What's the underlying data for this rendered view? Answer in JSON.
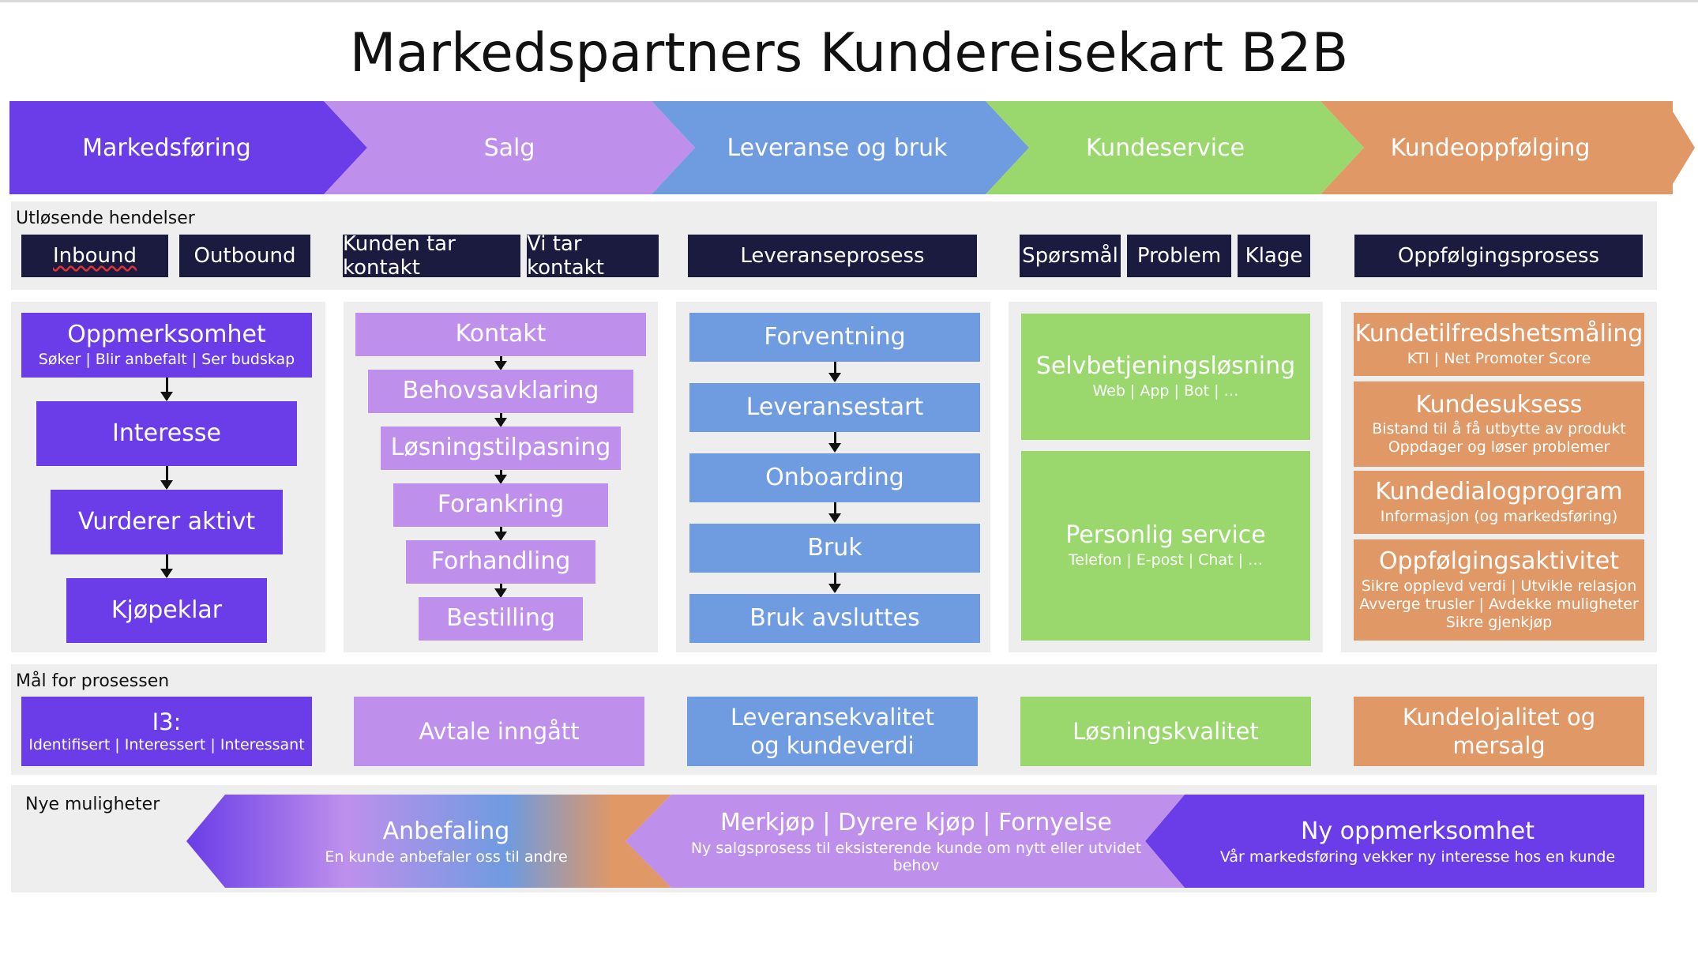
{
  "title": "Markedspartners Kundereisekart B2B",
  "colors": {
    "marketing": "#6a3de8",
    "sales": "#be90ec",
    "delivery": "#6f9be0",
    "service": "#9ad86e",
    "followup": "#df9866",
    "trigger": "#1b1a3f",
    "band": "#eeeeee"
  },
  "phases": [
    "Markedsføring",
    "Salg",
    "Leveranse og bruk",
    "Kundeservice",
    "Kundeoppfølging"
  ],
  "triggers": {
    "label": "Utløsende hendelser",
    "items": [
      "Inbound",
      "Outbound",
      "Kunden tar kontakt",
      "Vi tar kontakt",
      "Leveranseprosess",
      "Spørsmål",
      "Problem",
      "Klage",
      "Oppfølgingsprosess"
    ]
  },
  "marketing": [
    {
      "title": "Oppmerksomhet",
      "sub": "Søker | Blir anbefalt | Ser budskap"
    },
    {
      "title": "Interesse"
    },
    {
      "title": "Vurderer aktivt"
    },
    {
      "title": "Kjøpeklar"
    }
  ],
  "sales": [
    "Kontakt",
    "Behovsavklaring",
    "Løsningstilpasning",
    "Forankring",
    "Forhandling",
    "Bestilling"
  ],
  "delivery": [
    "Forventning",
    "Leveransestart",
    "Onboarding",
    "Bruk",
    "Bruk avsluttes"
  ],
  "service": [
    {
      "title": "Selvbetjeningsløsning",
      "sub": "Web | App | Bot | …"
    },
    {
      "title": "Personlig service",
      "sub": "Telefon | E-post | Chat | …"
    }
  ],
  "followup": [
    {
      "title": "Kundetilfredshetsmåling",
      "sub": [
        "KTI | Net Promoter Score"
      ]
    },
    {
      "title": "Kundesuksess",
      "sub": [
        "Bistand til å få utbytte av produkt",
        "Oppdager og løser problemer"
      ]
    },
    {
      "title": "Kundedialogprogram",
      "sub": [
        "Informasjon (og markedsføring)"
      ]
    },
    {
      "title": "Oppfølgingsaktivitet",
      "sub": [
        "Sikre opplevd verdi | Utvikle relasjon",
        "Avverge trusler | Avdekke muligheter",
        "Sikre gjenkjøp"
      ]
    }
  ],
  "goals": {
    "label": "Mål for prosessen",
    "items": [
      {
        "title": "I3:",
        "sub": "Identifisert | Interessert | Interessant"
      },
      {
        "title": "Avtale inngått"
      },
      {
        "title": "Leveransekvalitet",
        "title2": "og kundeverdi"
      },
      {
        "title": "Løsningskvalitet"
      },
      {
        "title": "Kundelojalitet og mersalg"
      }
    ]
  },
  "opportunities": {
    "label": "Nye muligheter",
    "items": [
      {
        "title": "Anbefaling",
        "sub": "En kunde anbefaler oss til andre"
      },
      {
        "title": "Merkjøp | Dyrere kjøp | Fornyelse",
        "sub": "Ny salgsprosess til eksisterende kunde om nytt eller utvidet behov"
      },
      {
        "title": "Ny oppmerksomhet",
        "sub": "Vår markedsføring vekker ny interesse hos en kunde"
      }
    ]
  }
}
